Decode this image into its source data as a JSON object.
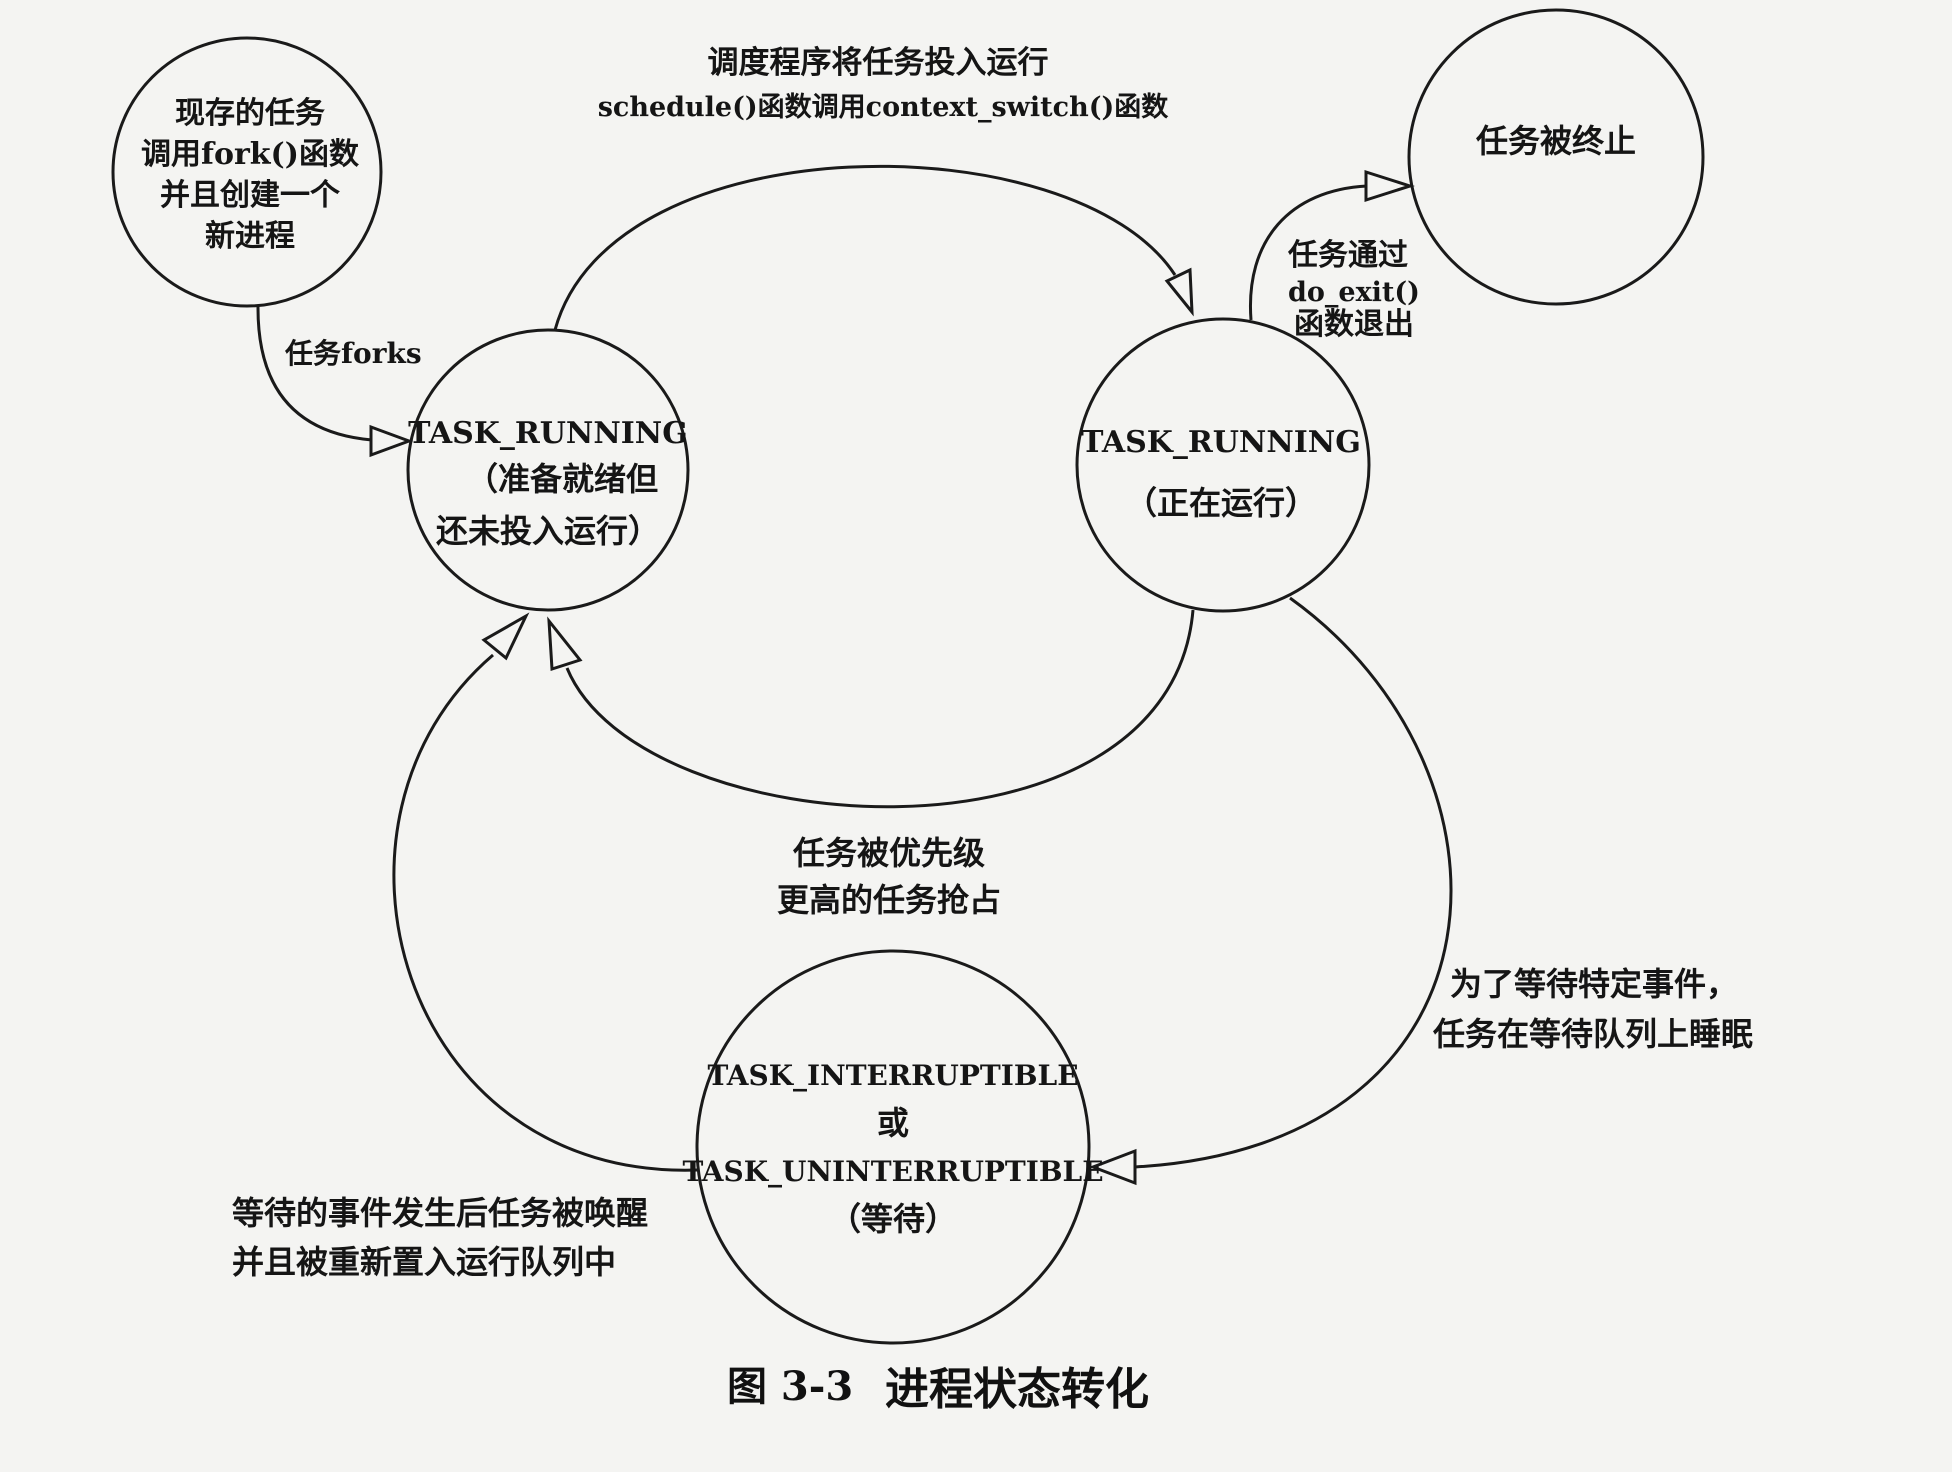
{
  "states": {
    "existing_task": {
      "lines": [
        "现存的任务",
        "调用fork()函数",
        "并且创建一个",
        "新进程"
      ]
    },
    "terminated": {
      "lines": [
        "任务被终止"
      ]
    },
    "ready": {
      "lines": [
        "TASK_RUNNING",
        "（准备就绪但",
        "还未投入运行）"
      ]
    },
    "running": {
      "lines": [
        "TASK_RUNNING",
        "（正在运行）"
      ]
    },
    "waiting": {
      "lines": [
        "TASK_INTERRUPTIBLE",
        "或",
        "TASK_UNINTERRUPTIBLE",
        "（等待）"
      ]
    }
  },
  "transitions": {
    "fork": {
      "lines": [
        "任务forks"
      ]
    },
    "schedule": {
      "lines": [
        "调度程序将任务投入运行",
        "schedule()函数调用context_switch()函数"
      ]
    },
    "exit": {
      "lines": [
        "任务通过",
        "do_exit()",
        "函数退出"
      ]
    },
    "preempt": {
      "lines": [
        "任务被优先级",
        "更高的任务抢占"
      ]
    },
    "sleep": {
      "lines": [
        "为了等待特定事件，",
        "任务在等待队列上睡眠"
      ]
    },
    "wakeup": {
      "lines": [
        "等待的事件发生后任务被唤醒",
        "并且被重新置入运行队列中"
      ]
    }
  },
  "caption": {
    "number": "图 3-3",
    "title": "进程状态转化"
  }
}
